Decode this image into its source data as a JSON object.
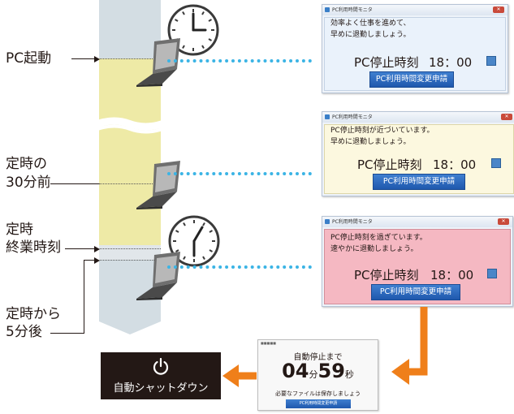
{
  "timeline_labels": {
    "pc_start": "PC起動",
    "before_30_line1": "定時の",
    "before_30_line2": "30分前",
    "end_line1": "定時",
    "end_line2": "終業時刻",
    "after5_line1": "定時から",
    "after5_line2": "5分後"
  },
  "windows": [
    {
      "title": "PC利用時間モニタ",
      "message_line1": "効率よく仕事を進めて、",
      "message_line2": "早めに退勤しましょう。",
      "stop_label": "PC停止時刻",
      "stop_time": "18：00",
      "button_label": "PC利用時間変更申請",
      "theme": "blue"
    },
    {
      "title": "PC利用時間モニタ",
      "message_line1": "PC停止時刻が近づいています。",
      "message_line2": "早めに退勤しましょう。",
      "stop_label": "PC停止時刻",
      "stop_time": "18：00",
      "button_label": "PC利用時間変更申請",
      "theme": "yellow"
    },
    {
      "title": "PC利用時間モニタ",
      "message_line1": "PC停止時刻を過ぎています。",
      "message_line2": "速やかに退勤しましょう。",
      "stop_label": "PC停止時刻",
      "stop_time": "18：00",
      "button_label": "PC利用時間変更申請",
      "theme": "pink"
    }
  ],
  "countdown": {
    "title": "自動停止まで",
    "minutes": "04",
    "minutes_unit": "分",
    "seconds": "59",
    "seconds_unit": "秒",
    "note": "必要なファイルは保存しましょう",
    "button_label": "PC利用時間変更申請"
  },
  "shutdown": {
    "label": "自動シャットダウン",
    "icon": "power-icon"
  },
  "colors": {
    "timeline_gray": "#d3dde3",
    "timeline_yellow": "#eeeaa6",
    "cyan_dots": "#3bb4e5",
    "orange_arrow": "#ef7f1a",
    "shutdown_bg": "#231815",
    "window_blue": "#eaf2fb",
    "window_yellow": "#fcf8df",
    "window_pink": "#f5b8c2",
    "button_blue": "#2a66bd"
  }
}
